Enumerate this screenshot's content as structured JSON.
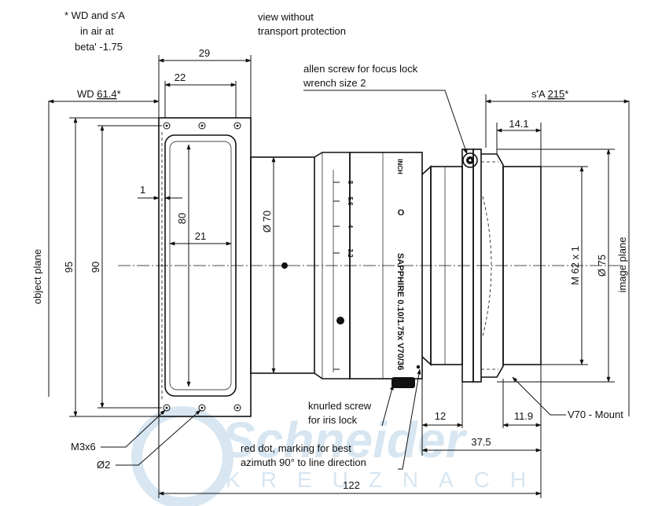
{
  "notes": {
    "wd_note_lines": [
      "* WD and s'A",
      "in air at",
      "beta' -1.75"
    ],
    "view_note_lines": [
      "view without",
      "transport protection"
    ],
    "allen_note_lines": [
      "allen screw for focus lock",
      "wrench size 2"
    ],
    "knurled_note_lines": [
      "knurled screw",
      "for iris lock"
    ],
    "reddot_note_lines": [
      "red dot, marking for best",
      "azimuth 90° to line direction"
    ]
  },
  "dimensions": {
    "wd_prefix": "WD ",
    "wd_value": "61.4",
    "wd_suffix": "*",
    "sa_prefix": "s'A ",
    "sa_value": "215",
    "sa_suffix": "*",
    "d29": "29",
    "d22": "22",
    "d1": "1",
    "d80": "80",
    "d21": "21",
    "d95": "95",
    "d90": "90",
    "d70": "Ø 70",
    "d14_1": "14.1",
    "m62": "M 62  x 1",
    "d75": "Ø 75",
    "d12": "12",
    "d11_9": "11.9",
    "d37_5": "37.5",
    "d122": "122"
  },
  "labels": {
    "object_plane": "object plane",
    "image_plane": "image plane",
    "m3x6": "M3x6",
    "d2": "Ø2",
    "v70": "V70 - Mount"
  },
  "lens_engraving": {
    "brand_text": "SAPPHIRE 0.10/1.75x V70/36",
    "unit_mark": "INCH",
    "scale_marks": [
      "8",
      "5.6",
      "4",
      "3.2"
    ],
    "focus_mark": "O"
  },
  "watermark": {
    "brand": "Schneider",
    "city": "KREUZNACH"
  }
}
